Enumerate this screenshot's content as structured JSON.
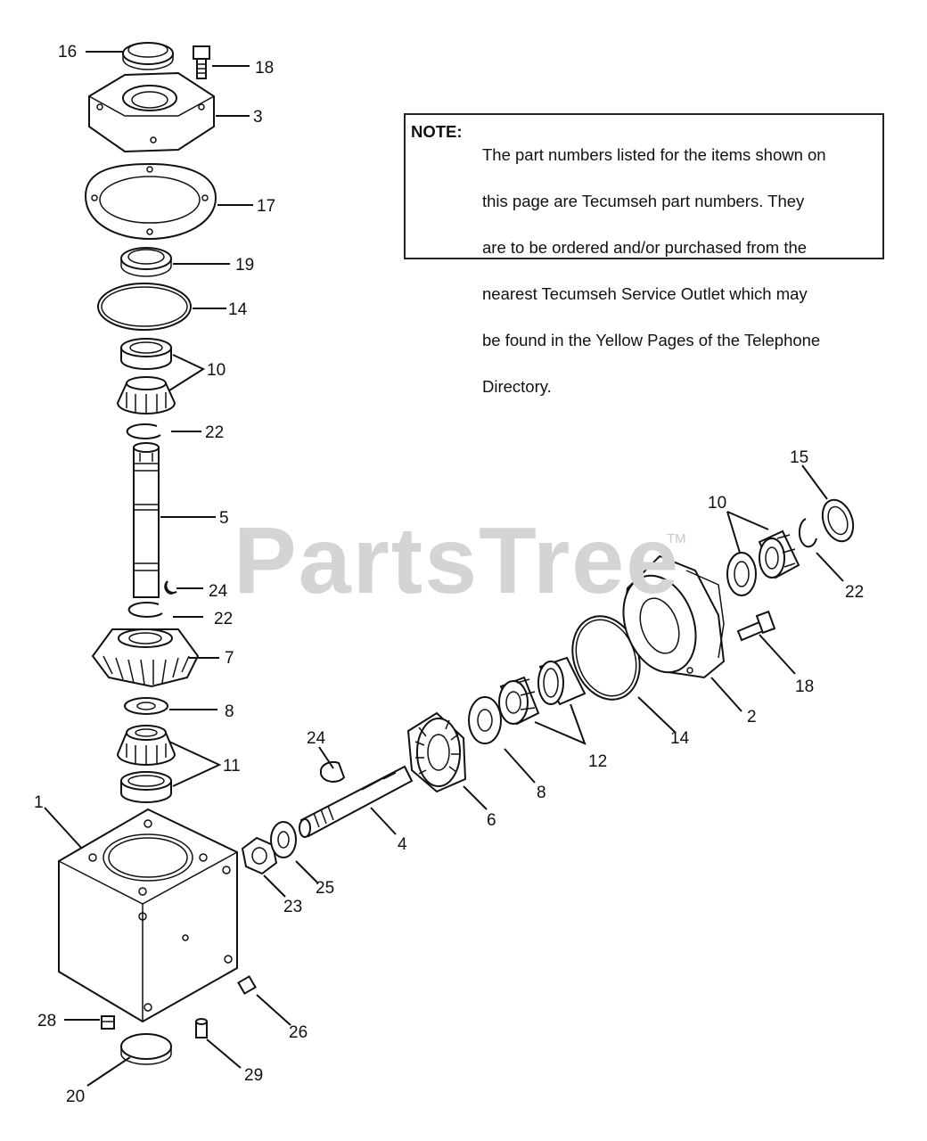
{
  "watermark": {
    "text": "PartsTree",
    "trademark": "TM"
  },
  "note": {
    "label": "NOTE:",
    "lines": [
      "The part numbers listed for the items shown on",
      "this page are Tecumseh part numbers.  They",
      "are to be ordered and/or purchased from the",
      "nearest Tecumseh Service Outlet which may",
      "be found in the Yellow Pages of the Telephone",
      "Directory."
    ]
  },
  "callouts": {
    "c16": "16",
    "c18a": "18",
    "c3": "3",
    "c17": "17",
    "c19": "19",
    "c14a": "14",
    "c10a": "10",
    "c22a": "22",
    "c5": "5",
    "c24a": "24",
    "c22b": "22",
    "c7": "7",
    "c8a": "8",
    "c11": "11",
    "c1": "1",
    "c15": "15",
    "c10b": "10",
    "c22c": "22",
    "c18b": "18",
    "c2": "2",
    "c14b": "14",
    "c12": "12",
    "c8b": "8",
    "c6": "6",
    "c24b": "24",
    "c4": "4",
    "c25": "25",
    "c23": "23",
    "c26": "26",
    "c28": "28",
    "c20": "20",
    "c29": "29"
  }
}
